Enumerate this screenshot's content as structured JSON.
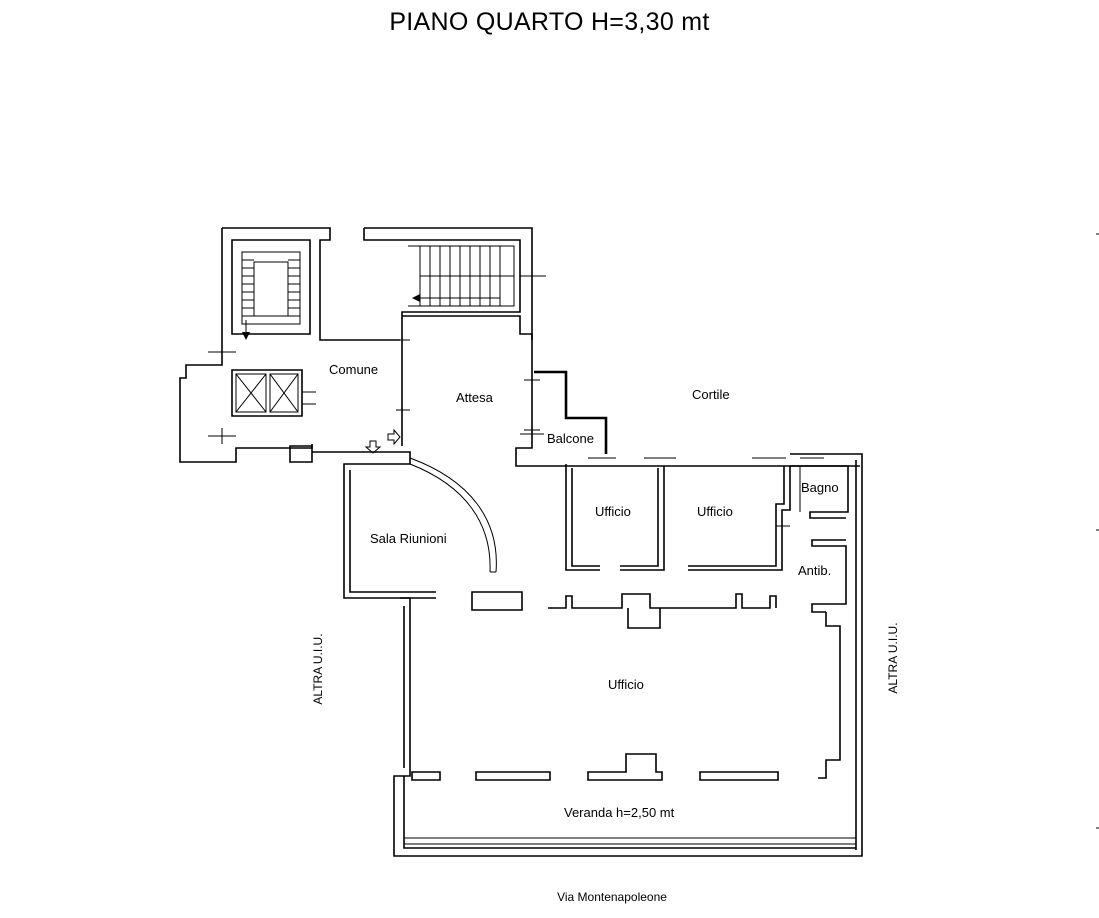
{
  "title": "PIANO QUARTO H=3,30 mt",
  "rooms": {
    "comune": "Comune",
    "attesa": "Attesa",
    "cortile": "Cortile",
    "balcone": "Balcone",
    "bagno": "Bagno",
    "ufficio_1": "Ufficio",
    "ufficio_2": "Ufficio",
    "sala_riunioni": "Sala Riunioni",
    "antib": "Antib.",
    "ufficio_main": "Ufficio",
    "veranda": "Veranda h=2,50 mt"
  },
  "side_labels": {
    "left": "ALTRA U.I.U.",
    "right": "ALTRA U.I.U."
  },
  "street": "Via Montenapoleone"
}
